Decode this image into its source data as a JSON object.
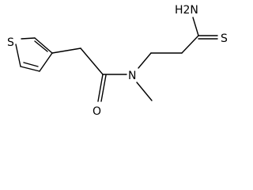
{
  "molecule": {
    "atoms": {
      "ring_sulfur": "S",
      "carbonyl_oxygen": "O",
      "amide_nitrogen": "N",
      "thioamide_nh2": "H2N",
      "thioamide_sulfur": "S"
    }
  }
}
